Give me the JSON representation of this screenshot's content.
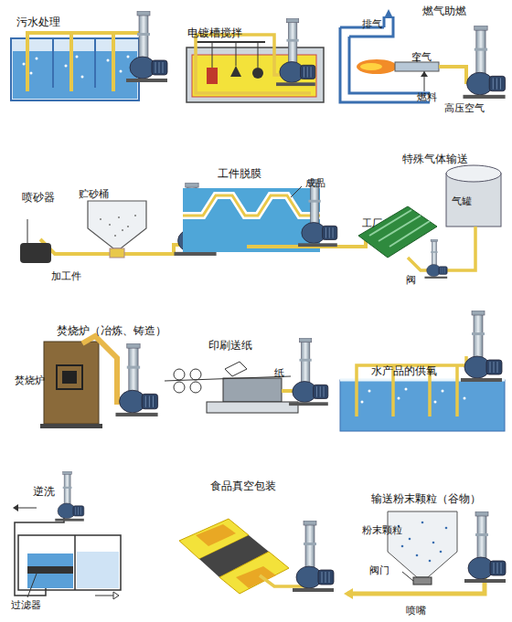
{
  "diagram": {
    "labels": [
      "污水处理",
      "电镀槽搅拌",
      "燃气助燃",
      "排气",
      "空气",
      "燃料",
      "高压空气",
      "喷砂器",
      "贮砂桶",
      "加工件",
      "工件脱膜",
      "成品",
      "特殊气体输送",
      "气罐",
      "工厂",
      "阀",
      "焚烧炉（冶炼、铸造）",
      "焚烧炉",
      "印刷送纸",
      "纸",
      "水产品的供氧",
      "逆洗",
      "过滤器",
      "食品真空包装",
      "输送粉末颗粒（谷物）",
      "粉末颗粒",
      "阀门",
      "喷嘴"
    ]
  }
}
